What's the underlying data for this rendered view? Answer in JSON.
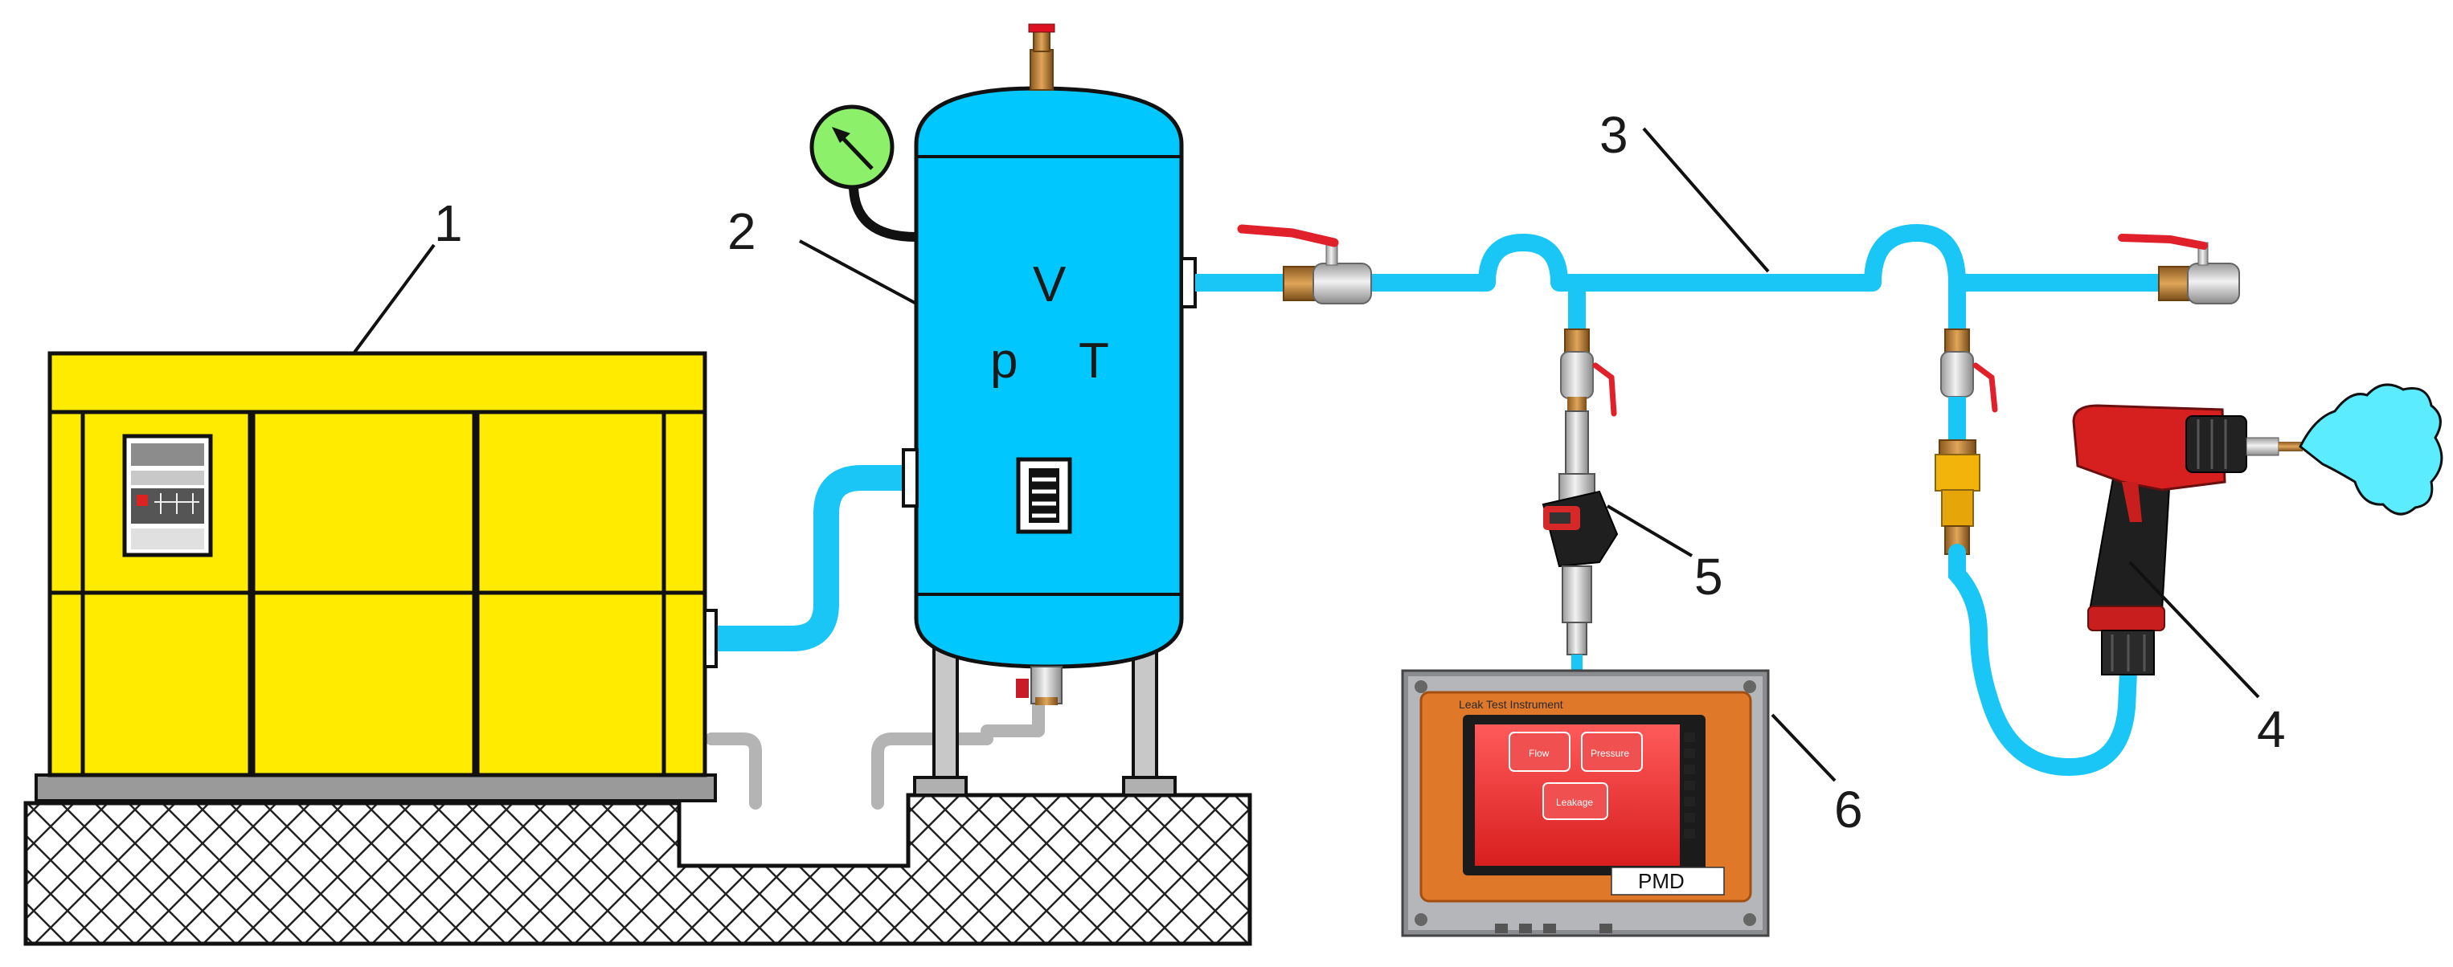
{
  "labels": {
    "compressor": "1",
    "receiver": "2",
    "pipeline": "3",
    "tool": "4",
    "sensor": "5",
    "instrument": "6"
  },
  "receiver_vars": {
    "volume": "V",
    "pressure": "p",
    "temperature": "T"
  },
  "instrument": {
    "title": "Leak Test Instrument",
    "btn_1": "Flow",
    "btn_2": "Pressure",
    "btn_3": "Leakage",
    "tag": "PMD"
  },
  "colors": {
    "compressor": "#ffeb00",
    "receiver": "#00c8ff",
    "hose": "#19c6f5",
    "gauge": "#8cf06a",
    "leak": "#5cecff",
    "valve_handle": "#e0202a",
    "brass": "#c8893a"
  }
}
